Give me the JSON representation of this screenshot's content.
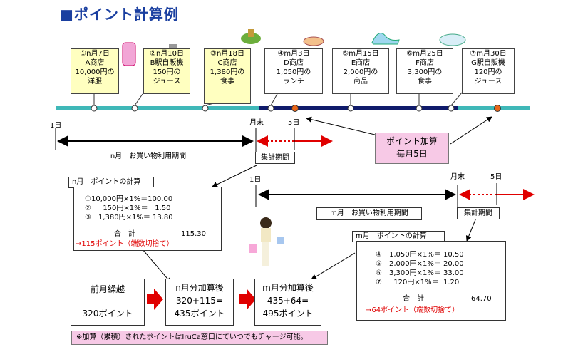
{
  "title": "■ポイント計算例",
  "events": [
    {
      "label": "①n月7日\nA商店\n10,000円の\n洋服"
    },
    {
      "label": "②n月10日\nB駅自販機\n150円の\nジュース"
    },
    {
      "label": "③n月18日\nC商店\n1,380円の\n食事"
    },
    {
      "label": "④m月3日\nD商店\n1,050円の\nランチ"
    },
    {
      "label": "⑤m月15日\nE商店\n2,000円の\n商品"
    },
    {
      "label": "⑥m月25日\nF商店\n3,300円の\n食事"
    },
    {
      "label": "⑦m月30日\nG駅自販機\n120円の\nジュース"
    }
  ],
  "timeline": {
    "n_start": "1日",
    "n_end": "月末",
    "n_day5": "5日",
    "m_start": "1日",
    "m_end": "月末",
    "m_day5": "5日",
    "n_period": "n月　お買い物利用期間",
    "n_collect": "集計期間",
    "m_period": "m月　お買い物利用期間",
    "m_collect": "集計期間",
    "point_add": "ポイント加算\n毎月5日"
  },
  "n_calc": {
    "title": "n月　ポイントの計算",
    "lines": [
      "①10,000円×1%＝100.00",
      "②　  150円×1%＝   1.50",
      "③　1,380円×1%＝ 13.80"
    ],
    "total_label": "合　計",
    "total_value": "115.30",
    "result": "→115ポイント（端数切捨て）"
  },
  "m_calc": {
    "title": "m月　ポイントの計算",
    "lines": [
      "④　1,050円×1%＝ 10.50",
      "⑤　2,000円×1%＝ 20.00",
      "⑥　3,300円×1%＝ 33.00",
      "⑦　  120円×1%＝  1.20"
    ],
    "total_label": "合　計",
    "total_value": "64.70",
    "result": "→64ポイント（端数切捨て）"
  },
  "summary": {
    "carry_title": "前月繰越",
    "carry_value": "320ポイント",
    "n_title": "n月分加算後",
    "n_formula": "320+115=",
    "n_value": "435ポイント",
    "m_title": "m月分加算後",
    "m_formula": "435+64=",
    "m_value": "495ポイント"
  },
  "footnote": "※加算（累積）されたポイントはIruCa窓口にていつでもチャージ可能。",
  "colors": {
    "title": "#1a3fa0",
    "callout": "#ffffc0",
    "pink": "#f7c9e6",
    "bar_light": "#3fb8b8",
    "bar_dark": "#101b6b",
    "red": "#e00000",
    "orange": "#e8661a"
  }
}
